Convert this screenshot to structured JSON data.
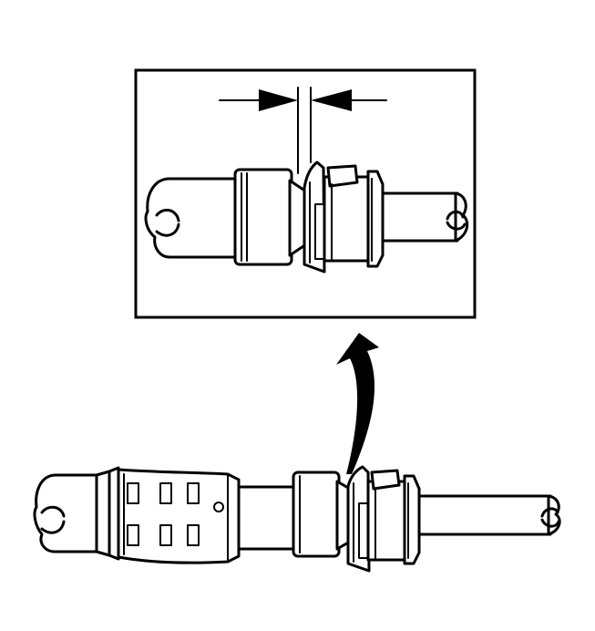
{
  "diagram": {
    "style": "black line art on white",
    "colors": {
      "line": "#000000",
      "background": "#ffffff"
    },
    "elements": [
      "detail-inset-frame",
      "gap-dimension-arrows",
      "curved-callout-arrow",
      "fuel-line-connector-assembly",
      "retainer-clip"
    ]
  }
}
